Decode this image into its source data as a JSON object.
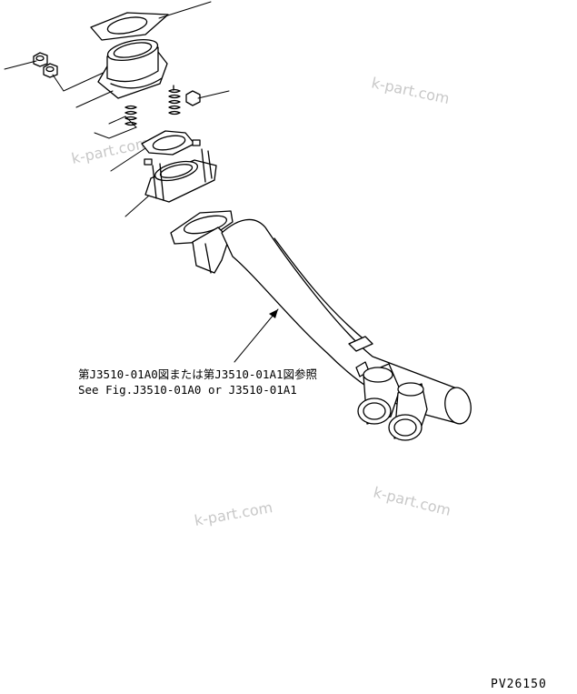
{
  "reference_note": {
    "line1": "第J3510-01A0図または第J3510-01A1図参照",
    "line2": "See Fig.J3510-01A0 or J3510-01A1"
  },
  "drawing_code": "PV26150",
  "watermarks": [
    "k-part.com",
    "k-part.com",
    "k-part.com",
    "k-part.com"
  ]
}
